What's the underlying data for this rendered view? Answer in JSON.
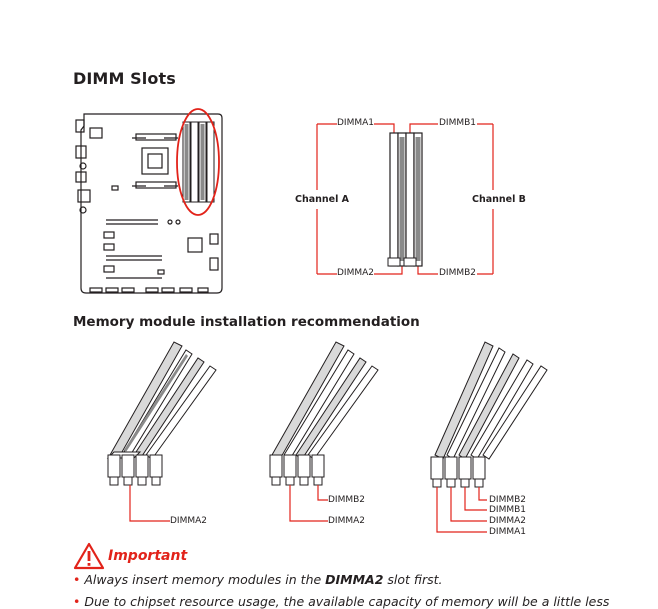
{
  "section_title": "DIMM Slots",
  "slot_diagram": {
    "slots": {
      "a1": "DIMMA1",
      "a2": "DIMMA2",
      "b1": "DIMMB1",
      "b2": "DIMMB2"
    },
    "channel_a": "Channel A",
    "channel_b": "Channel B"
  },
  "recommendation_title": "Memory module installation recommendation",
  "configs": [
    {
      "labels": [
        "DIMMA2"
      ]
    },
    {
      "labels": [
        "DIMMB2",
        "DIMMA2"
      ]
    },
    {
      "labels": [
        "DIMMB2",
        "DIMMB1",
        "DIMMA2",
        "DIMMA1"
      ]
    }
  ],
  "important": {
    "title": "Important",
    "note1_prefix": "Always insert memory modules in the ",
    "note1_bold": "DIMMA2",
    "note1_suffix": " slot first.",
    "note2_partial": "Due to chipset resource usage, the available capacity of memory will be a little less"
  },
  "colors": {
    "accent": "#e2231a",
    "ink": "#231f20",
    "slot_fill": "#888888"
  }
}
